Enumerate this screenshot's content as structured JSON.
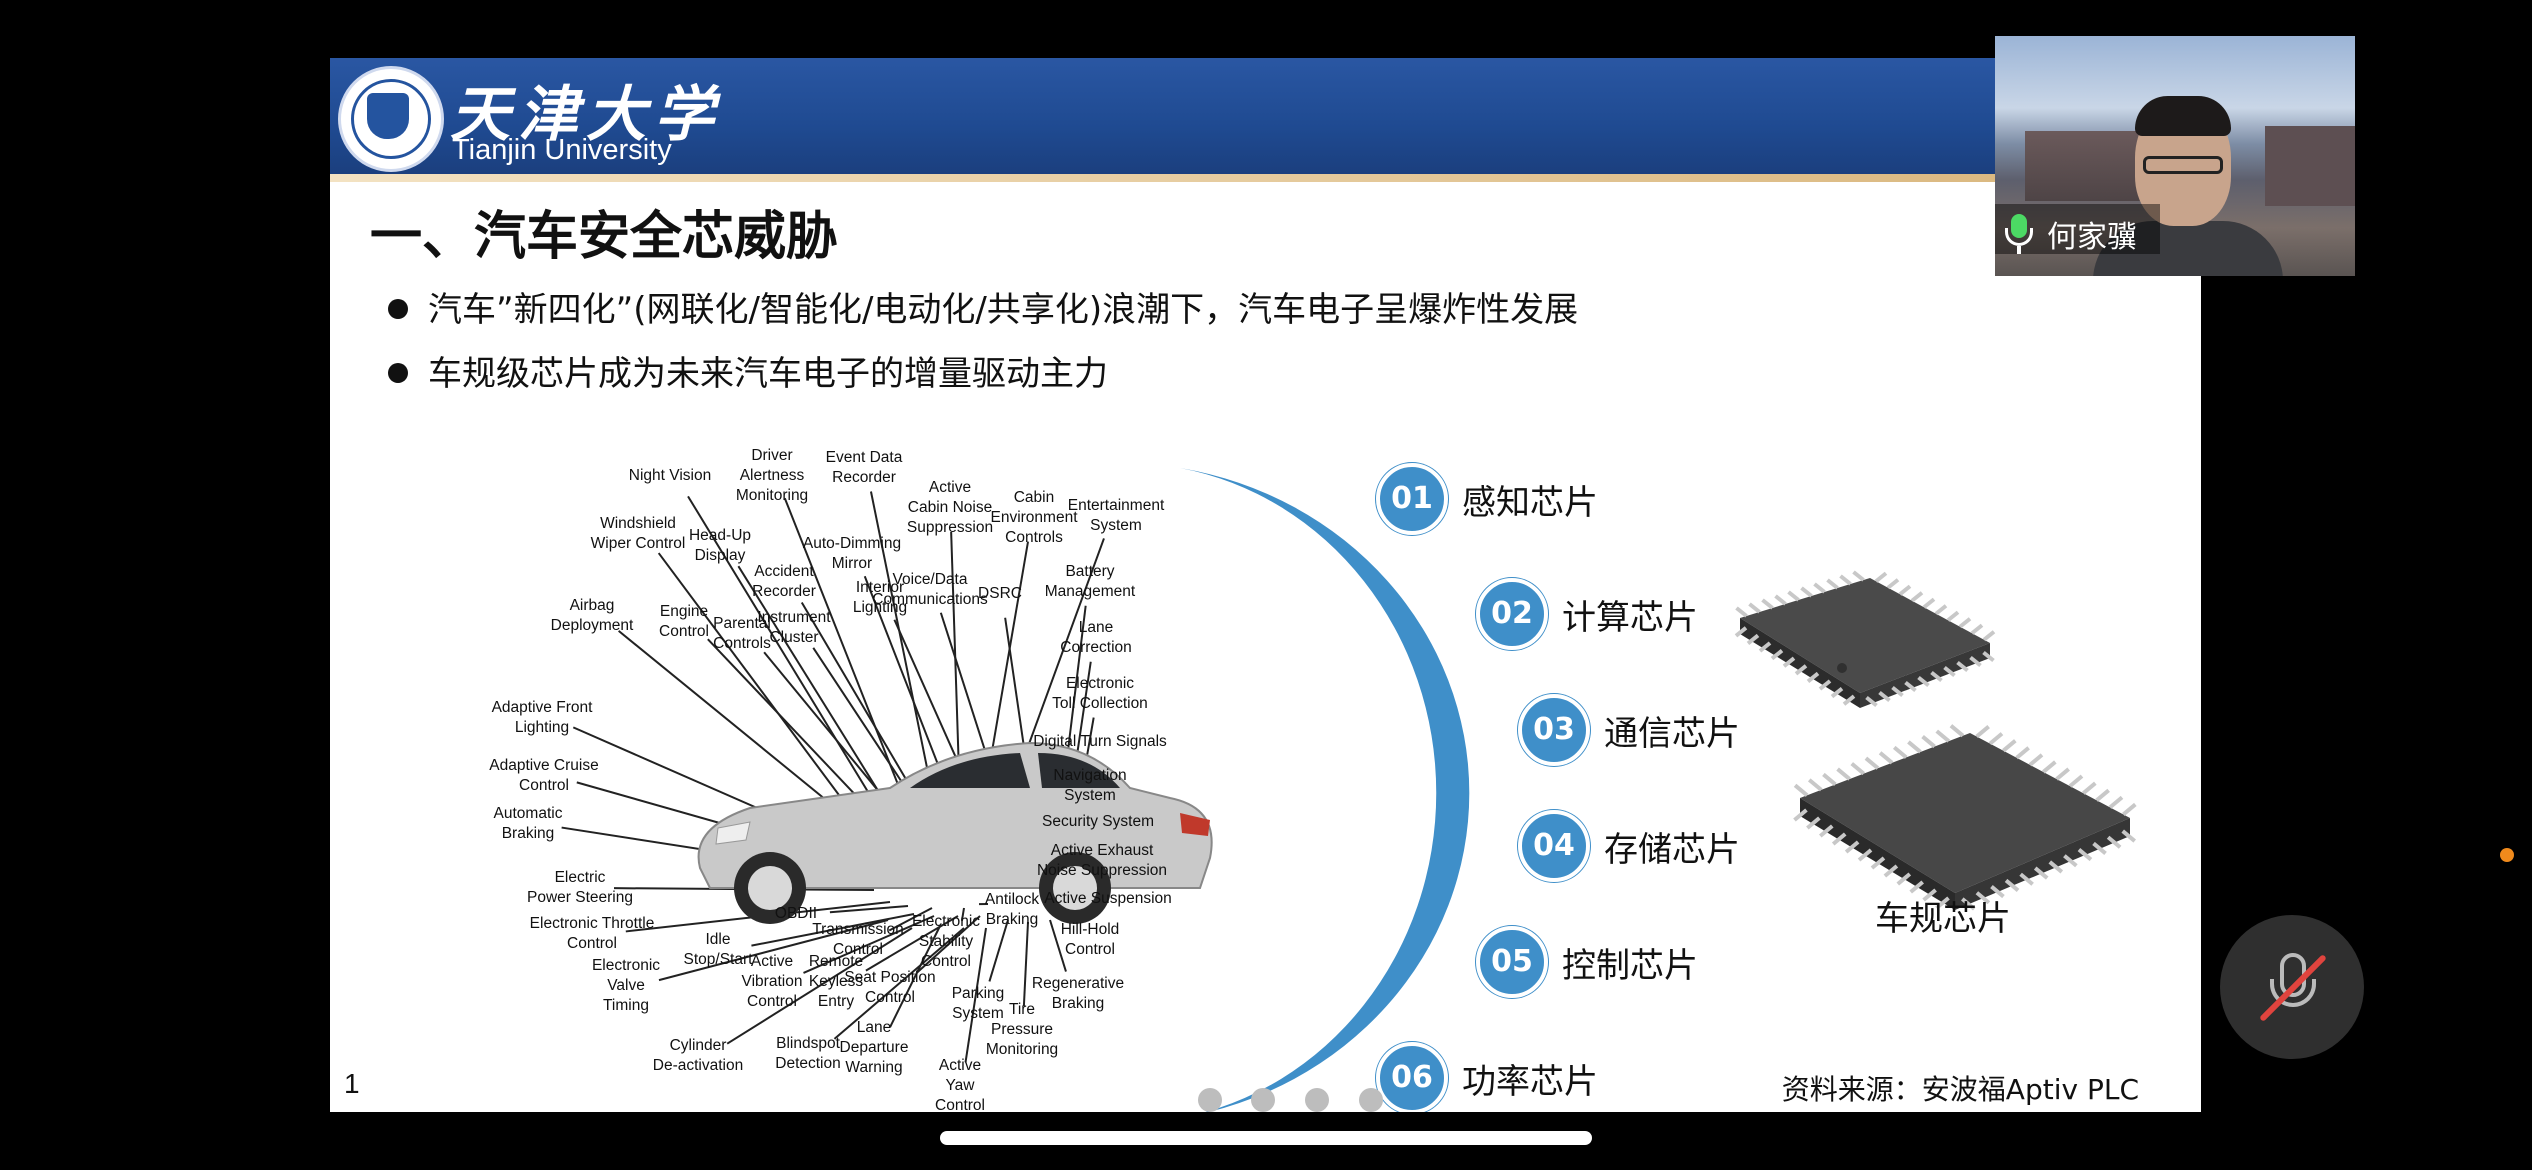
{
  "slide": {
    "university_cn": "天津大学",
    "university_en": "Tianjin University",
    "title": "一、汽车安全芯威胁",
    "bullets": [
      "汽车”新四化”(网联化/智能化/电动化/共享化)浪潮下，汽车电子呈爆炸性发展",
      "车规级芯片成为未来汽车电子的增量驱动主力"
    ],
    "feature_labels": [
      "Night Vision",
      "Driver\nAlertness\nMonitoring",
      "Event Data\nRecorder",
      "Active\nCabin Noise\nSuppression",
      "Cabin\nEnvironment\nControls",
      "Entertainment\nSystem",
      "Windshield\nWiper Control",
      "Head-Up\nDisplay",
      "Accident\nRecorder",
      "Auto-Dimming\nMirror",
      "Interior\nLighting",
      "Voice/Data\nCommunications",
      "DSRC",
      "Battery\nManagement",
      "Airbag\nDeployment",
      "Engine\nControl",
      "Parental\nControls",
      "Instrument\nCluster",
      "Lane\nCorrection",
      "Electronic\nToll Collection",
      "Adaptive Front\nLighting",
      "Digital Turn Signals",
      "Adaptive Cruise\nControl",
      "Navigation\nSystem",
      "Automatic\nBraking",
      "Security System",
      "Active Exhaust\nNoise Suppression",
      "Electric\nPower Steering",
      "Active Suspension",
      "Electronic Throttle\nControl",
      "OBDII",
      "Transmission\nControl",
      "Electronic\nStability\nControl",
      "Antilock\nBraking",
      "Hill-Hold\nControl",
      "Idle\nStop/Start",
      "Active\nVibration\nControl",
      "Remote\nKeyless\nEntry",
      "Seat Position\nControl",
      "Regenerative\nBraking",
      "Electronic\nValve\nTiming",
      "Parking\nSystem",
      "Tire\nPressure\nMonitoring",
      "Lane\nDeparture\nWarning",
      "Cylinder\nDe-activation",
      "Blindspot\nDetection",
      "Active\nYaw\nControl"
    ],
    "categories": [
      {
        "num": "01",
        "label": "感知芯片"
      },
      {
        "num": "02",
        "label": "计算芯片"
      },
      {
        "num": "03",
        "label": "通信芯片"
      },
      {
        "num": "04",
        "label": "存储芯片"
      },
      {
        "num": "05",
        "label": "控制芯片"
      },
      {
        "num": "06",
        "label": "功率芯片"
      }
    ],
    "chip_label": "车规芯片",
    "page_number": "1",
    "source": "资料来源：安波福Aptiv PLC"
  },
  "webcam": {
    "participant_name": "何家骥"
  },
  "colors": {
    "banner": "#1f4a91",
    "accent": "#3f8fc9",
    "mute_slash": "#e0443e"
  },
  "icons": {
    "mic": "mic-icon",
    "mute": "mic-off-icon"
  },
  "pager": {
    "count": 4
  }
}
